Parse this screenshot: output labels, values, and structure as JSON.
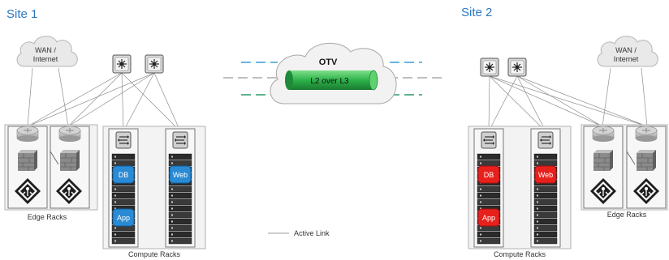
{
  "sites": [
    {
      "title": "Site 1",
      "cloud_label": [
        "WAN /",
        "Internet"
      ],
      "edge_label": "Edge Racks",
      "compute_label": "Compute Racks",
      "vms": [
        "DB",
        "App",
        "Web"
      ],
      "vm_color": "#2a8ad4"
    },
    {
      "title": "Site 2",
      "cloud_label": [
        "WAN /",
        "Internet"
      ],
      "edge_label": "Edge Racks",
      "compute_label": "Compute Racks",
      "vms": [
        "DB",
        "App",
        "Web"
      ],
      "vm_color": "#e8201c"
    }
  ],
  "otv": {
    "title": "OTV",
    "tunnel_label": "L2 over L3",
    "tunnel_color": "#2db24a",
    "line_colors": [
      "#3a9bd5",
      "#aaaaaa",
      "#2a9a6a"
    ]
  },
  "legend": {
    "active_link_label": "Active Link"
  }
}
